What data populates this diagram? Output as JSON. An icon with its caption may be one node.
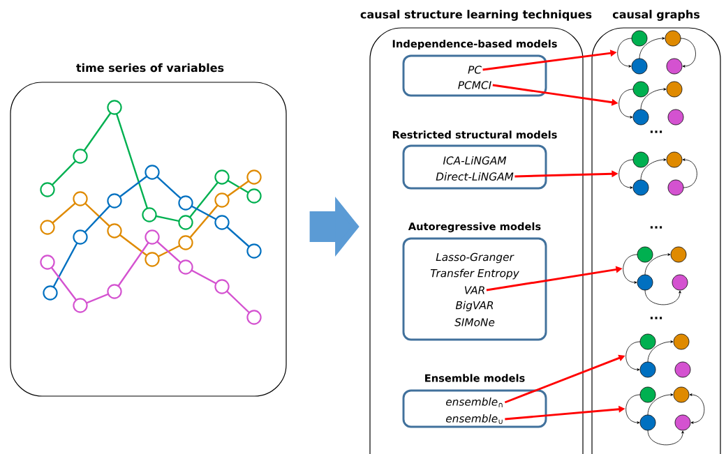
{
  "diagram": {
    "nodes": [
      {
        "text": [
          "time series of variables"
        ]
      },
      {
        "text": [
          "causal structure learning techniques"
        ]
      },
      {
        "text": [
          "Independence-based models"
        ],
        "in": 1
      },
      {
        "text": [
          "PC"
        ],
        "in": 2
      },
      {
        "text": [
          "PCMCI"
        ],
        "in": 2
      },
      {
        "text": [
          "Restricted structural models"
        ],
        "in": 1
      },
      {
        "text": [
          "ICA-LiNGAM"
        ],
        "in": 5
      },
      {
        "text": [
          "Direct-LiNGAM"
        ],
        "in": 5
      },
      {
        "text": [
          "Autoregressive models"
        ],
        "in": 1
      },
      {
        "text": [
          "Lasso-Granger"
        ],
        "in": 8
      },
      {
        "text": [
          "Transfer Entropy"
        ],
        "in": 8
      },
      {
        "text": [
          "VAR"
        ],
        "in": 8
      },
      {
        "text": [
          "BigVAR"
        ],
        "in": 8
      },
      {
        "text": [
          "SIMoNe"
        ],
        "in": 8
      },
      {
        "text": [
          "Ensemble models"
        ],
        "in": 1
      },
      {
        "text": [
          "ensemble$_{∩}$"
        ],
        "in": 14
      },
      {
        "text": [
          "ensemble$_{∪}$"
        ],
        "in": 14
      },
      {
        "text": [
          "causal graphs"
        ]
      },
      {
        "text": [],
        "shape": "picture",
        "in": 17
      },
      {
        "text": [],
        "shape": "picture",
        "in": 17
      },
      {
        "text": [],
        "shape": "picture",
        "in": 17
      },
      {
        "text": [],
        "shape": "picture",
        "in": 17
      },
      {
        "text": [],
        "shape": "picture",
        "in": 17
      },
      {
        "text": [],
        "shape": "picture",
        "in": 17
      }
    ],
    "edges": [
      {
        "from": 0,
        "to": 1,
        "arrow": "to",
        "style": "thick",
        "color": "#5b9bd5"
      },
      {
        "from": 3,
        "to": 18,
        "arrow": "to"
      },
      {
        "from": 4,
        "to": 19,
        "arrow": "to"
      },
      {
        "from": 7,
        "to": 20,
        "arrow": "to"
      },
      {
        "from": 11,
        "to": 21,
        "arrow": "to"
      },
      {
        "from": 15,
        "to": 22,
        "arrow": "to"
      },
      {
        "from": 16,
        "to": 23,
        "arrow": "to"
      }
    ],
    "labels": [
      "...",
      "...",
      "..."
    ]
  }
}
